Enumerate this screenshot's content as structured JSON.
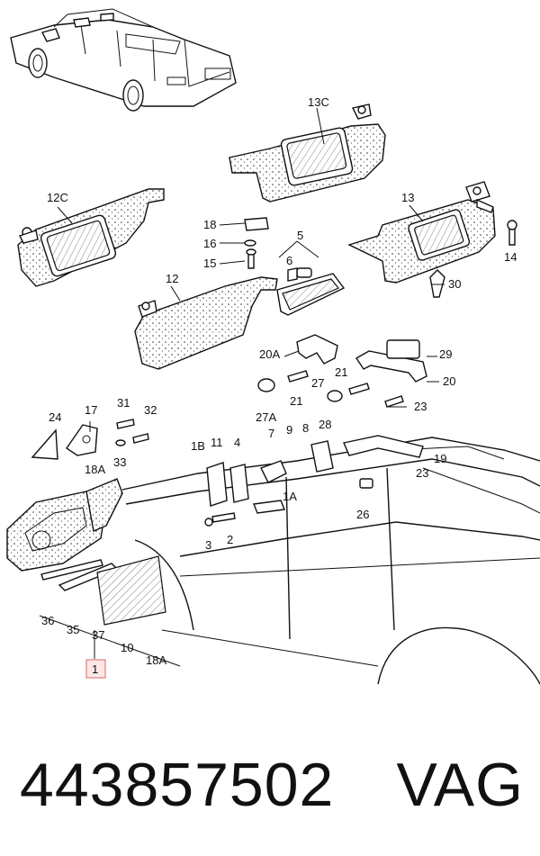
{
  "diagram": {
    "labels": {
      "l13c": "13C",
      "l12c": "12C",
      "l13": "13",
      "l18": "18",
      "l16": "16",
      "l15": "15",
      "l5": "5",
      "l6": "6",
      "l7": "7",
      "l12": "12",
      "l14": "14",
      "l30": "30",
      "l20a": "20A",
      "l29": "29",
      "l21a": "21",
      "l21b": "21",
      "l27": "27",
      "l20": "20",
      "l23a": "23",
      "l27a": "27A",
      "l24": "24",
      "l17": "17",
      "l31": "31",
      "l32": "32",
      "l33": "33",
      "l18a_top": "18A",
      "l1b": "1B",
      "l11": "11",
      "l4": "4",
      "l9": "9",
      "l8": "8",
      "l28": "28",
      "l19": "19",
      "l23b": "23",
      "l1a": "1A",
      "l26": "26",
      "l3": "3",
      "l2": "2",
      "l36": "36",
      "l35": "35",
      "l37": "37",
      "l10": "10",
      "l18a_bot": "18A",
      "l1": "1"
    }
  },
  "caption": {
    "part_number": "443857502",
    "brand": "VAG"
  },
  "colors": {
    "highlight_fill": "#fde7e7",
    "highlight_stroke": "#e27d7d",
    "ink": "#111111"
  }
}
